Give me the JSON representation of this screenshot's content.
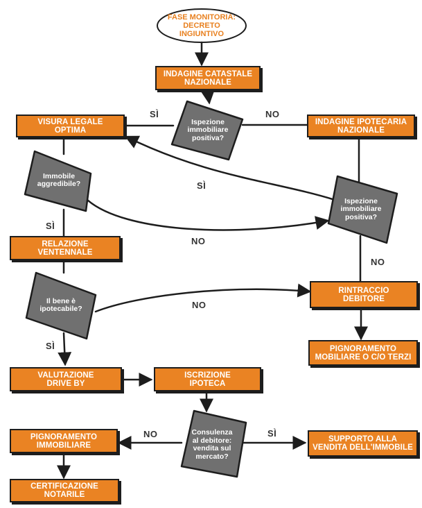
{
  "start": {
    "lines": [
      "FASE MONITORIA:",
      "DECRETO",
      "INGIUNTIVO"
    ]
  },
  "boxes": {
    "indagine_catastale": [
      "INDAGINE CATASTALE",
      "NAZIONALE"
    ],
    "visura_legale": [
      "VISURA LEGALE",
      "OPTIMA"
    ],
    "indagine_ipotecaria": [
      "INDAGINE IPOTECARIA",
      "NAZIONALE"
    ],
    "relazione_ventennale": [
      "RELAZIONE",
      "VENTENNALE"
    ],
    "rintraccio_debitore": [
      "RINTRACCIO",
      "DEBITORE"
    ],
    "pignoramento_mobiliare": [
      "PIGNORAMENTO",
      "MOBILIARE O C/O TERZI"
    ],
    "valutazione_drive_by": [
      "VALUTAZIONE",
      "DRIVE BY"
    ],
    "iscrizione_ipoteca": [
      "ISCRIZIONE",
      "IPOTECA"
    ],
    "pignoramento_immobiliare": [
      "PIGNORAMENTO",
      "IMMOBILIARE"
    ],
    "supporto_vendita": [
      "SUPPORTO ALLA",
      "VENDITA DELL'IMMOBILE"
    ],
    "certificazione_notarile": [
      "CERTIFICAZIONE",
      "NOTARILE"
    ]
  },
  "decisions": {
    "ispezione_1": [
      "Ispezione",
      "immobiliare",
      "positiva?"
    ],
    "immobile_aggredibile": [
      "Immobile",
      "aggredibile?"
    ],
    "ispezione_2": [
      "Ispezione",
      "immobiliare",
      "positiva?"
    ],
    "bene_ipotecabile": [
      "Il bene è",
      "ipotecabile?"
    ],
    "consulenza": [
      "Consulenza",
      "al debitore:",
      "vendita sul",
      "mercato?"
    ]
  },
  "edge_labels": {
    "si_to_visura": "SÌ",
    "no_to_ipotecaria": "NO",
    "si_back_to_visura": "SÌ",
    "si_to_relazione": "SÌ",
    "no_aggredibile": "NO",
    "no_to_rintraccio": "NO",
    "no_ipotecabile": "NO",
    "si_to_valutazione": "SÌ",
    "no_to_pignoramento": "NO",
    "si_to_supporto": "SÌ"
  },
  "colors": {
    "box_fill": "#ea8323",
    "diamond_fill": "#707070",
    "stroke": "#1d1d1d",
    "start_text": "#e8801f",
    "label_text": "#333333"
  }
}
